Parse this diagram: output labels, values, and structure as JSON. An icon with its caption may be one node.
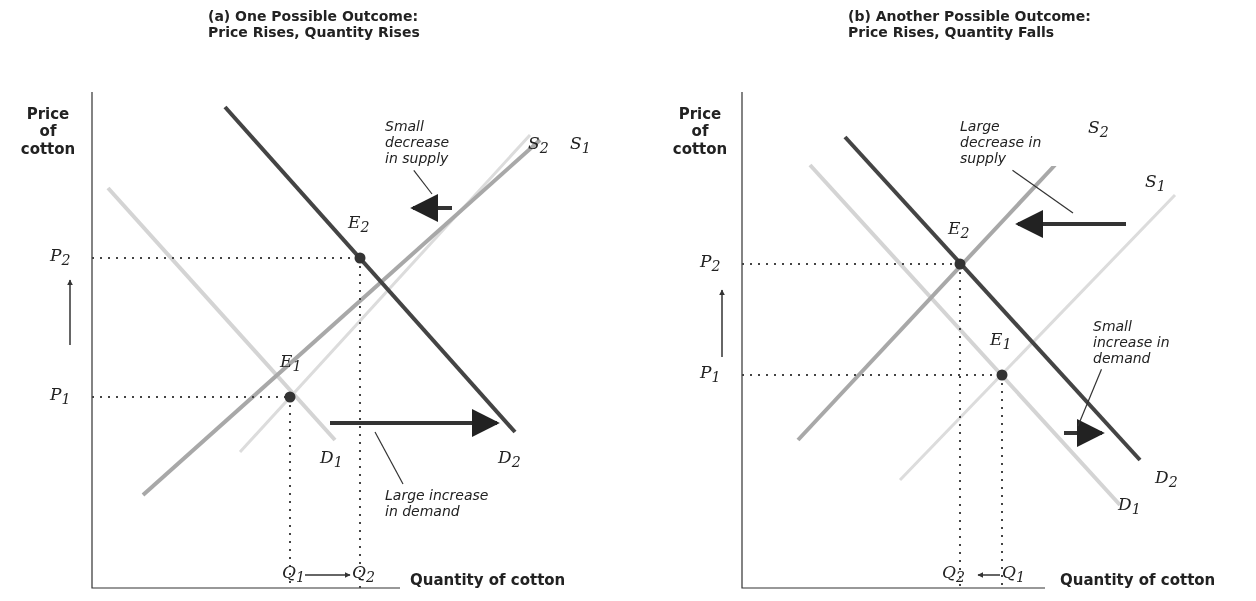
{
  "diagram": {
    "nodes": [
      {
        "text": [
          "Small decrease in supply"
        ]
      },
      {
        "text": [],
        "shape": "arrow"
      },
      {
        "text": [
          "Large increase in demand"
        ]
      },
      {
        "text": [],
        "shape": "arrow"
      },
      {
        "text": [
          "Large decrease in supply"
        ]
      },
      {
        "text": [],
        "shape": "arrow"
      },
      {
        "text": [
          "Small increase in demand"
        ]
      },
      {
        "text": [],
        "shape": "arrow"
      }
    ],
    "edges": [
      {
        "from": 0,
        "to": 1,
        "arrow": "none"
      },
      {
        "from": 2,
        "to": 3,
        "arrow": "none"
      },
      {
        "from": 4,
        "to": 5,
        "arrow": "none"
      },
      {
        "from": 6,
        "to": 7,
        "arrow": "none"
      }
    ],
    "labels": [
      "(a) One Possible Outcome: Price Rises, Quantity Rises",
      "Price of cotton",
      "S$_{2}$",
      "S$_{1}$",
      "E$_{2}$",
      "P$_{2}$",
      "E$_{1}$",
      "P$_{1}$",
      "D$_{1}$",
      "D$_{2}$",
      "Q$_{1}$",
      "Q$_{2}$",
      "Quantity of cotton",
      "(b) Another Possible Outcome: Price Rises, Quantity Falls",
      "Price of cotton",
      "S$_{2}$",
      "S$_{1}$",
      "E$_{2}$",
      "P$_{2}$",
      "E$_{1}$",
      "P$_{1}$",
      "D$_{2}$",
      "D$_{1}$",
      "Q$_{2}$",
      "Q$_{1}$",
      "Quantity of cotton"
    ]
  }
}
